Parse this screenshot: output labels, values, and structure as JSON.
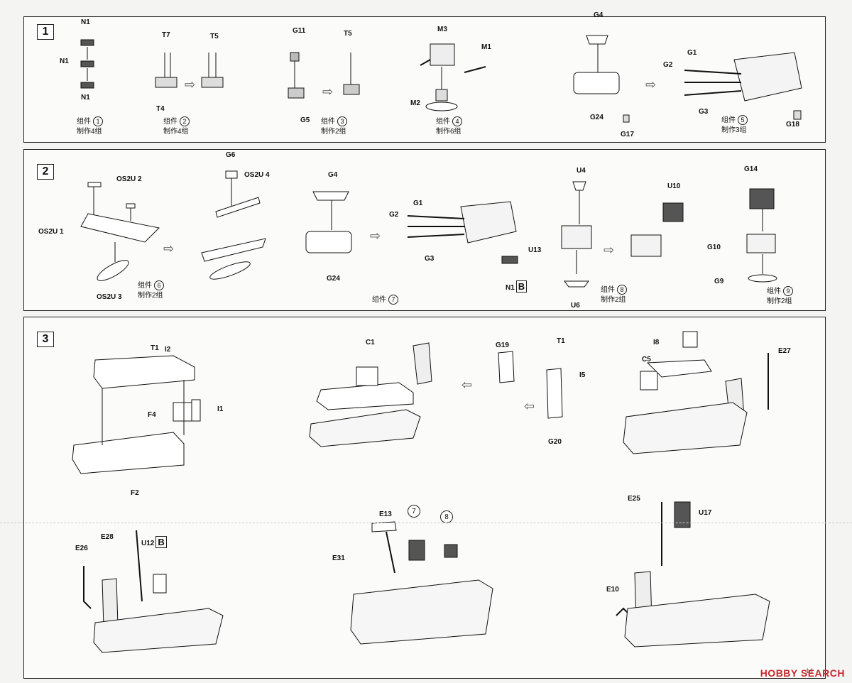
{
  "panel1": {
    "step": "1",
    "labels": {
      "n1a": "N1",
      "n1b": "N1",
      "n1c": "N1",
      "t7": "T7",
      "t5a": "T5",
      "t4": "T4",
      "g11": "G11",
      "t5b": "T5",
      "g5": "G5",
      "m3": "M3",
      "m1": "M1",
      "m2": "M2",
      "g4": "G4",
      "g24": "G24",
      "g17": "G17",
      "g1": "G1",
      "g2": "G2",
      "g3": "G3",
      "g18": "G18"
    },
    "assemblies": [
      {
        "prefix": "组件",
        "num": "1",
        "count": "制作4组"
      },
      {
        "prefix": "组件",
        "num": "2",
        "count": "制作4组"
      },
      {
        "prefix": "组件",
        "num": "3",
        "count": "制作2组"
      },
      {
        "prefix": "组件",
        "num": "4",
        "count": "制作6组"
      },
      {
        "prefix": "组件",
        "num": "5",
        "count": "制作3组"
      }
    ]
  },
  "panel2": {
    "step": "2",
    "labels": {
      "os2u2": "OS2U 2",
      "os2u1": "OS2U 1",
      "os2u3": "OS2U 3",
      "g6": "G6",
      "os2u4": "OS2U 4",
      "g4": "G4",
      "g24": "G24",
      "g1": "G1",
      "g2": "G2",
      "g3": "G3",
      "n1": "N1",
      "n1box": "B",
      "u4": "U4",
      "u13": "U13",
      "u6": "U6",
      "u10": "U10",
      "g14": "G14",
      "g10": "G10",
      "g9": "G9"
    },
    "assemblies": [
      {
        "prefix": "组件",
        "num": "6",
        "count": "制作2组"
      },
      {
        "prefix": "组件",
        "num": "7",
        "count": ""
      },
      {
        "prefix": "组件",
        "num": "8",
        "count": "制作2组"
      },
      {
        "prefix": "组件",
        "num": "9",
        "count": "制作2组"
      }
    ]
  },
  "panel3": {
    "step": "3",
    "labels": {
      "t1a": "T1",
      "i2": "I2",
      "f4": "F4",
      "i1": "I1",
      "f2": "F2",
      "c1": "C1",
      "g19": "G19",
      "t1b": "T1",
      "i5": "I5",
      "g20": "G20",
      "i8": "I8",
      "c5": "C5",
      "e27": "E27",
      "e28": "E28",
      "u12": "U12",
      "u12box": "B",
      "e26": "E26",
      "e13": "E13",
      "e31": "E31",
      "ref7": "7",
      "ref8": "8",
      "e25": "E25",
      "u17": "U17",
      "e10": "E10"
    }
  },
  "footer": {
    "watermark": "HOBBY SEARCH",
    "page": "14"
  }
}
